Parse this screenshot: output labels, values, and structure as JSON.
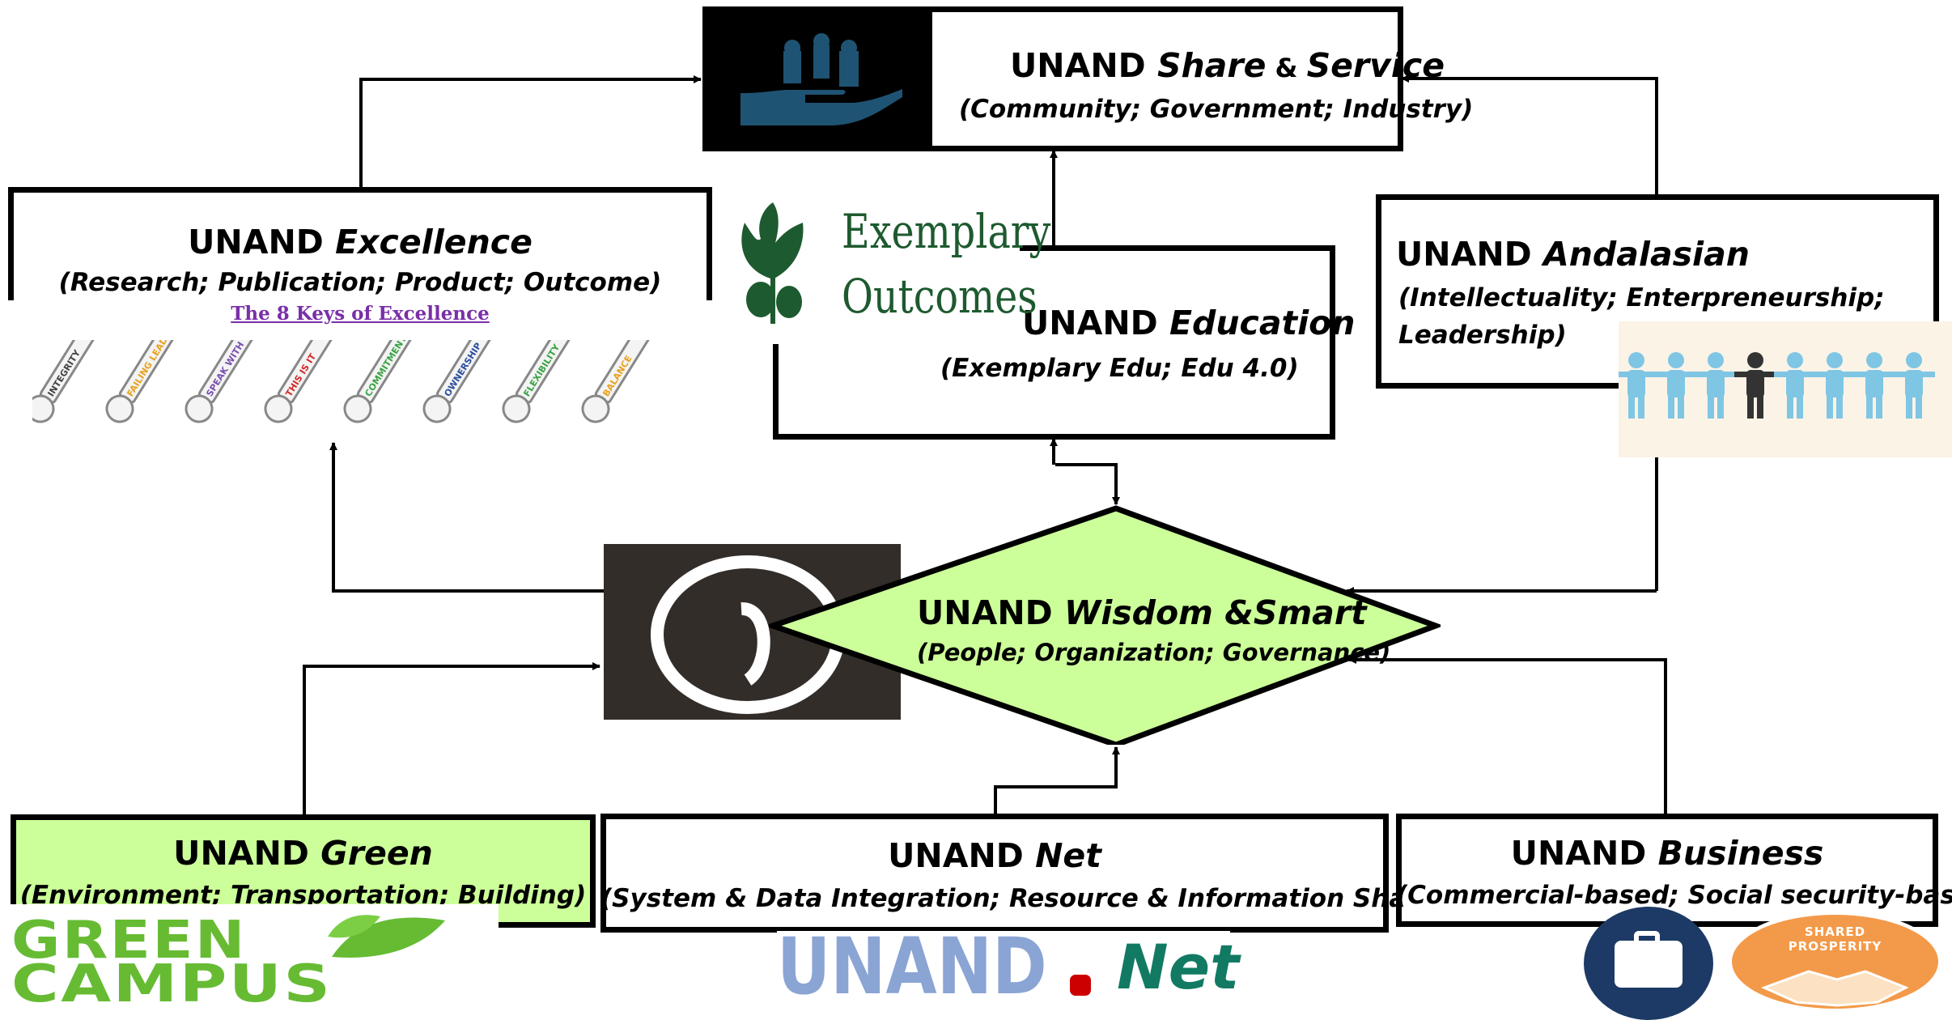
{
  "nodes": {
    "share": {
      "prefix": "UNAND ",
      "title": "Share",
      "amp": " & ",
      "title2": "Service",
      "subtitle": "(Community; Government; Industry)"
    },
    "excellence": {
      "prefix": "UNAND ",
      "title": "Excellence",
      "subtitle": "(Research; Publication; Product; Outcome)",
      "keys_heading": "The 8 Keys of Excellence",
      "keys": [
        "INTEGRITY",
        "FAILING LEADS TO SUCCESS",
        "SPEAK WITH GOOD PURPOSE",
        "THIS IS IT",
        "COMMITMENT",
        "OWNERSHIP",
        "FLEXIBILITY",
        "BALANCE"
      ]
    },
    "education": {
      "prefix": "UNAND ",
      "title": "Education",
      "subtitle": "(Exemplary Edu; Edu 4.0)",
      "logo_line1": "Exemplary",
      "logo_line2": "Outcomes"
    },
    "andalasian": {
      "prefix": "UNAND ",
      "title": "Andalasian",
      "subtitle_line1": "(Intellectuality; Enterpreneurship;",
      "subtitle_line2": "Leadership)"
    },
    "wisdom": {
      "prefix": "UNAND ",
      "title": "Wisdom &Smart",
      "subtitle": "(People; Organization; Governance)"
    },
    "green": {
      "prefix": "UNAND ",
      "title": "Green",
      "subtitle": "(Environment; Transportation; Building)",
      "logo_line1": "GREEN",
      "logo_line2": "CAMPUS"
    },
    "net": {
      "prefix": "UNAND ",
      "title": "Net",
      "subtitle": "(System & Data Integration; Resource & Information Sharing)",
      "logo_left": "UNAND",
      "logo_right": "Net"
    },
    "business": {
      "prefix": "UNAND ",
      "title": "Business",
      "subtitle": "(Commercial-based; Social security-based)",
      "badge_line1": "SHARED",
      "badge_line2": "PROSPERITY"
    }
  },
  "colors": {
    "diamond_fill": "#ccff99",
    "green_box_fill": "#ccff99",
    "hand_icon": "#1f5373",
    "exemplary_text": "#1e5a2f",
    "people_icon": "#7fc6e4",
    "people_leader": "#333333",
    "green_campus": "#66bb33",
    "net_logo": "#8aa4d4",
    "net_dot": "#cc0000",
    "net_text": "#127a63",
    "badge_orange": "#f39a4a",
    "briefcase_circle": "#1d3a66"
  }
}
